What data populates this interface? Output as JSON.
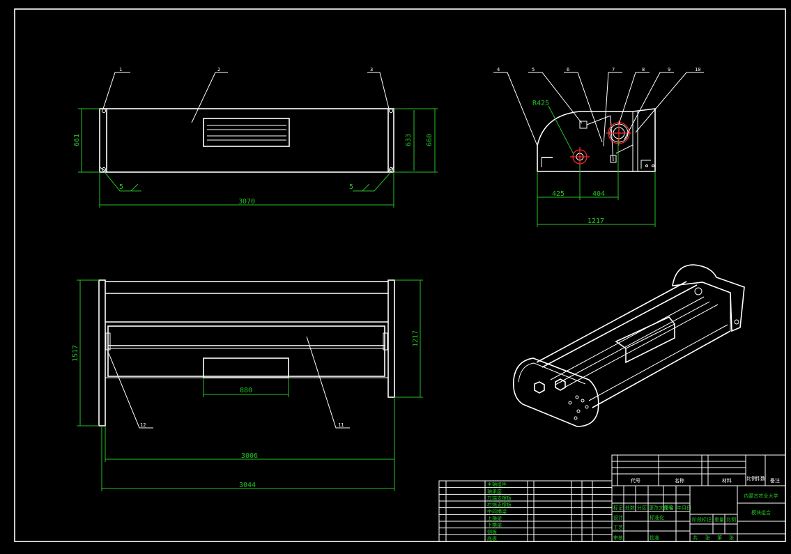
{
  "drawing": {
    "colors": {
      "background": "#000000",
      "outline": "#ffffff",
      "dimension": "#22c322",
      "highlight": "#ff2a2a"
    },
    "front_view": {
      "dims": {
        "length": "3070",
        "height_left": "661",
        "height_right_inner": "633",
        "height_right_outer": "660",
        "weld": "5"
      },
      "callouts": [
        "1",
        "2",
        "3"
      ]
    },
    "side_view": {
      "dims": {
        "radius": "R425",
        "a": "425",
        "b": "404",
        "width": "1217"
      },
      "callouts": [
        "4",
        "5",
        "6",
        "7",
        "8",
        "9",
        "10"
      ]
    },
    "top_view": {
      "dims": {
        "depth_left": "1517",
        "depth_right": "1217",
        "window": "880",
        "inner_length": "3006",
        "outer_length": "3044"
      },
      "callouts": [
        "11",
        "12"
      ]
    },
    "title_block": {
      "university": "内蒙古农业大学",
      "drawing_name": "模块组合",
      "header": [
        "代号",
        "名称",
        "材料",
        "备注"
      ],
      "small": [
        "比例",
        "件数"
      ],
      "sign_rows": [
        "标记",
        "处数",
        "分区",
        "更改文件号",
        "签名",
        "年月日"
      ],
      "design": [
        "设计",
        "标准化",
        "审核",
        "工艺",
        "批准"
      ],
      "stage": [
        "阶段标记",
        "重量",
        "比例"
      ],
      "sheet": [
        "共",
        "张",
        "第",
        "张"
      ],
      "bom_names": [
        "主轴组件",
        "轴承座",
        "左端支撑板",
        "右端支撑板",
        "中间横梁",
        "上横梁",
        "下横梁",
        "侧板",
        "底板"
      ]
    }
  }
}
